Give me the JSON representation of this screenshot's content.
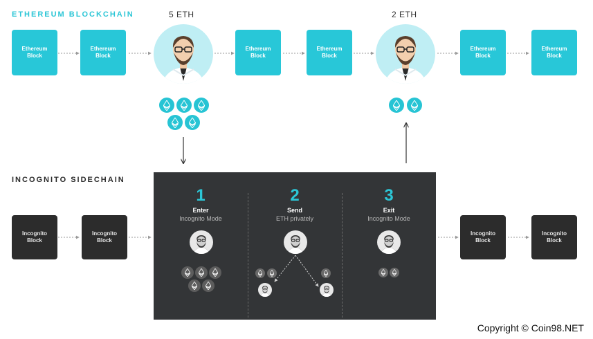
{
  "ethereum": {
    "title": "ETHEREUM BLOCKCHAIN",
    "block_label": "Ethereum\nBlock",
    "amount_left": "5 ETH",
    "amount_right": "2 ETH"
  },
  "incognito": {
    "title": "INCOGNITO SIDECHAIN",
    "block_label": "Incognito\nBlock"
  },
  "steps": [
    {
      "number": "1",
      "title": "Enter",
      "subtitle": "Incognito Mode"
    },
    {
      "number": "2",
      "title": "Send",
      "subtitle": "ETH privately"
    },
    {
      "number": "3",
      "title": "Exit",
      "subtitle": "Incognito Mode"
    }
  ],
  "copyright": "Copyright © Coin98.NET",
  "colors": {
    "accent": "#28c7d8",
    "dark_block": "#2c2c2c",
    "panel": "#333537"
  },
  "icons": [
    "user-avatar-icon",
    "ethereum-coin-icon",
    "arrow-icon"
  ]
}
